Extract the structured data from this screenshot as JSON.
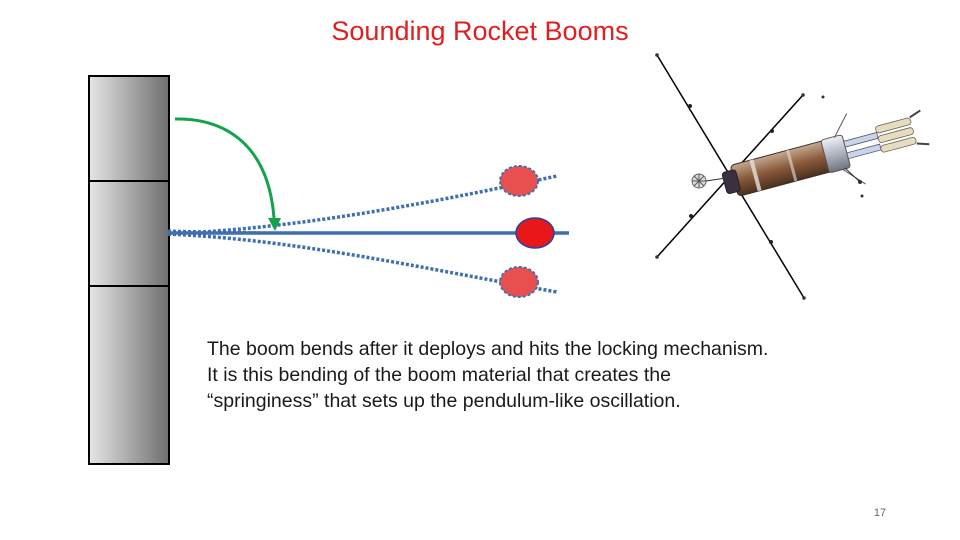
{
  "slide": {
    "title": "Sounding Rocket Booms",
    "caption_lines": [
      "The boom bends after it deploys and hits the locking mechanism.",
      "It is this bending of the boom material that creates the",
      "“springiness” that sets up the pendulum-like oscillation."
    ],
    "page_number": "17"
  },
  "colors": {
    "title": "#e02020",
    "wall_panel_light": "#e6e6e6",
    "wall_panel_dark": "#6e6e6e",
    "boom": "#3f6fb0",
    "bend_arrow": "#13a34a",
    "tip_mass": "#e81818"
  }
}
